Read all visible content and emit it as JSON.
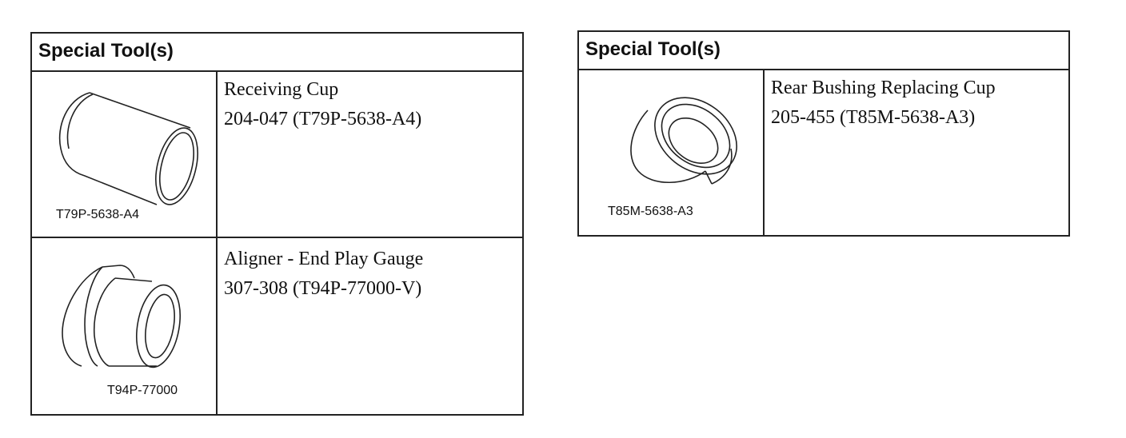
{
  "left_table": {
    "header": "Special Tool(s)",
    "rows": [
      {
        "name": "Receiving Cup",
        "number": "204-047 (T79P-5638-A4)",
        "caption": "T79P-5638-A4",
        "icon": "receiving-cup-icon"
      },
      {
        "name": "Aligner - End Play Gauge",
        "number": "307-308 (T94P-77000-V)",
        "caption": "T94P-77000",
        "icon": "aligner-gauge-icon"
      }
    ]
  },
  "right_table": {
    "header": "Special Tool(s)",
    "rows": [
      {
        "name": "Rear Bushing Replacing Cup",
        "number": "205-455 (T85M-5638-A3)",
        "caption": "T85M-5638-A3",
        "icon": "bushing-cup-icon"
      }
    ]
  }
}
